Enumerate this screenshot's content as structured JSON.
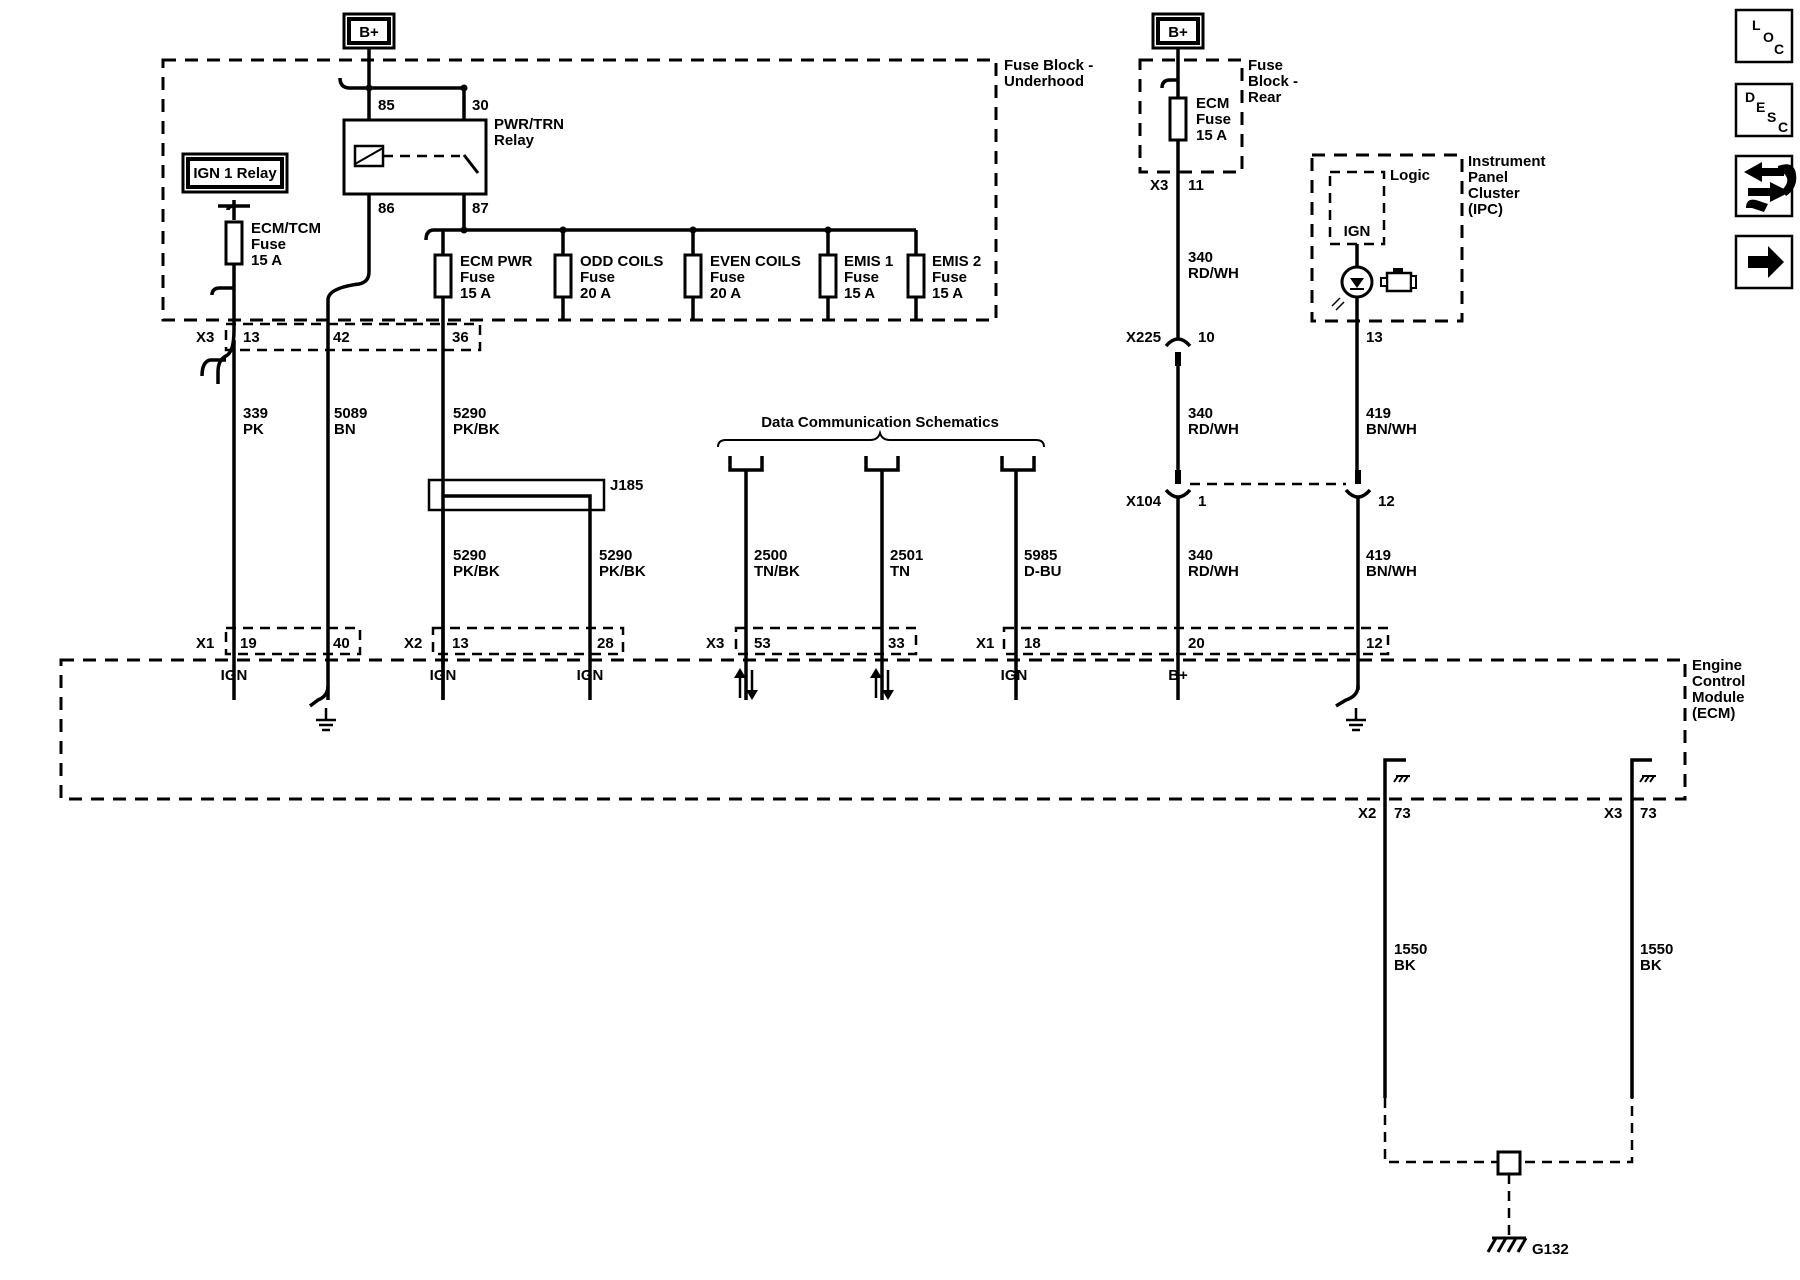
{
  "power": {
    "bplus_left": "B+",
    "bplus_right": "B+"
  },
  "fuse_block_underhood": {
    "title_line1": "Fuse Block -",
    "title_line2": "Underhood",
    "relay_title_line1": "PWR/TRN",
    "relay_title_line2": "Relay",
    "pin_85": "85",
    "pin_30": "30",
    "pin_86": "86",
    "pin_87": "87",
    "ign1_relay": "IGN 1 Relay",
    "ecm_tcm_fuse": [
      "ECM/TCM",
      "Fuse",
      "15 A"
    ],
    "fuses": [
      {
        "name": "ECM PWR",
        "word": "Fuse",
        "rating": "15 A"
      },
      {
        "name": "ODD COILS",
        "word": "Fuse",
        "rating": "20 A"
      },
      {
        "name": "EVEN COILS",
        "word": "Fuse",
        "rating": "20 A"
      },
      {
        "name": "EMIS 1",
        "word": "Fuse",
        "rating": "15 A"
      },
      {
        "name": "EMIS 2",
        "word": "Fuse",
        "rating": "15 A"
      }
    ],
    "connector": "X3",
    "pins": [
      "13",
      "42",
      "36"
    ]
  },
  "fuse_block_rear": {
    "title_line1": "Fuse",
    "title_line2": "Block -",
    "title_line3": "Rear",
    "fuse": [
      "ECM",
      "Fuse",
      "15 A"
    ],
    "connector": "X3",
    "pin": "11"
  },
  "ipc": {
    "title": [
      "Instrument",
      "Panel",
      "Cluster",
      "(IPC)"
    ],
    "logic": "Logic",
    "ign": "IGN",
    "pin": "13"
  },
  "wires": {
    "w339": [
      "339",
      "PK"
    ],
    "w5089": [
      "5089",
      "BN"
    ],
    "w5290a": [
      "5290",
      "PK/BK"
    ],
    "w5290b": [
      "5290",
      "PK/BK"
    ],
    "w5290c": [
      "5290",
      "PK/BK"
    ],
    "w2500": [
      "2500",
      "TN/BK"
    ],
    "w2501": [
      "2501",
      "TN"
    ],
    "w5985": [
      "5985",
      "D-BU"
    ],
    "w340a": [
      "340",
      "RD/WH"
    ],
    "w340b": [
      "340",
      "RD/WH"
    ],
    "w340c": [
      "340",
      "RD/WH"
    ],
    "w419a": [
      "419",
      "BN/WH"
    ],
    "w419b": [
      "419",
      "BN/WH"
    ],
    "w1550a": [
      "1550",
      "BK"
    ],
    "w1550b": [
      "1550",
      "BK"
    ]
  },
  "splice": "J185",
  "data_comm": "Data Communication Schematics",
  "inline": {
    "x225": "X225",
    "x225_pin": "10",
    "x104": "X104",
    "x104_pin_a": "1",
    "x104_pin_b": "12"
  },
  "ecm": {
    "title": [
      "Engine",
      "Control",
      "Module",
      "(ECM)"
    ],
    "c_x1": "X1",
    "c_x2": "X2",
    "c_x3": "X3",
    "c_x1b": "X1",
    "pins": [
      "19",
      "40",
      "13",
      "28",
      "53",
      "33",
      "18",
      "20",
      "12"
    ],
    "labels": [
      "IGN",
      "IGN",
      "IGN",
      "IGN",
      "B+"
    ],
    "gnd_x2": "X2",
    "gnd_x2_pin": "73",
    "gnd_x3": "X3",
    "gnd_x3_pin": "73"
  },
  "ground": "G132",
  "nav": {
    "loc": [
      "L",
      "O",
      "C"
    ],
    "desc": [
      "D",
      "E",
      "S",
      "C"
    ]
  }
}
